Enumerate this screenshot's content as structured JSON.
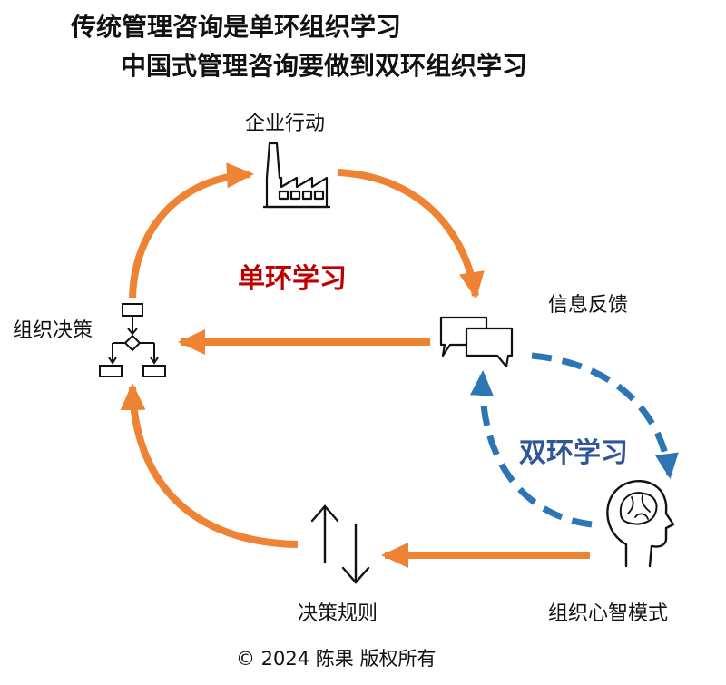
{
  "title": {
    "line1": "传统管理咨询是单环组织学习",
    "line2": "中国式管理咨询要做到双环组织学习"
  },
  "nodes": {
    "enterprise_action": "企业行动",
    "information_feedback": "信息反馈",
    "organizational_decision": "组织决策",
    "decision_rules": "决策规则",
    "organizational_mental_model": "组织心智模式"
  },
  "loops": {
    "single_loop": "单环学习",
    "double_loop": "双环学习"
  },
  "copyright": "© 2024 陈果 版权所有",
  "colors": {
    "orange_arrow": "#EE8433",
    "blue_arrow": "#2E75B6",
    "single_loop_text": "#C00000",
    "double_loop_text": "#2F5597",
    "icon_stroke": "#111111"
  },
  "icons": {
    "enterprise_action": "factory-icon",
    "information_feedback": "chat-bubbles-icon",
    "organizational_decision": "flowchart-icon",
    "decision_rules": "up-down-arrows-icon",
    "organizational_mental_model": "head-brain-icon"
  }
}
